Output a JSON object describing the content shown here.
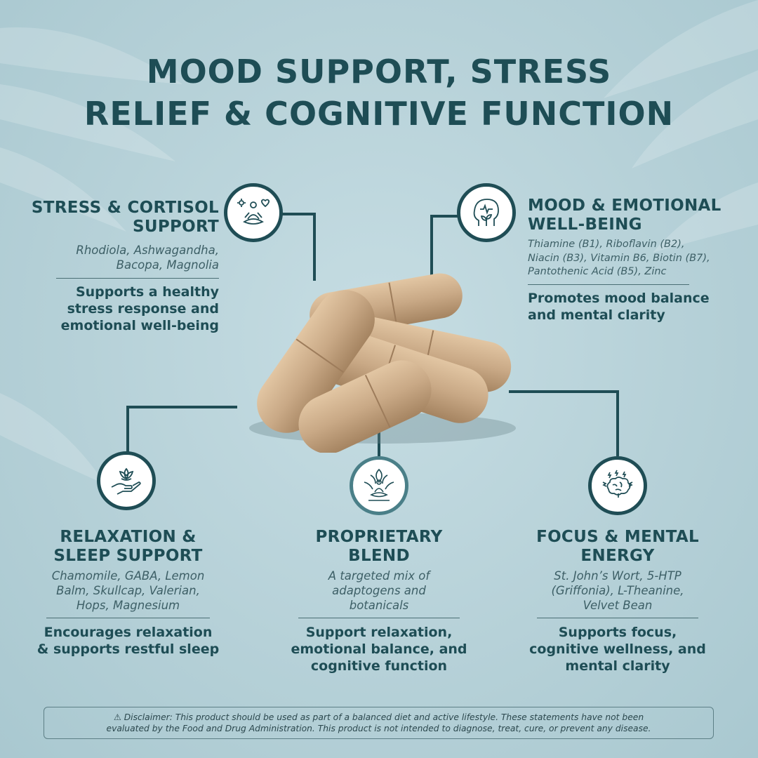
{
  "title": {
    "line1": "MOOD SUPPORT, STRESS",
    "line2": "RELIEF & COGNITIVE FUNCTION"
  },
  "sections": {
    "stress": {
      "heading": [
        "STRESS & CORTISOL",
        "SUPPORT"
      ],
      "ingredients": [
        "Rhodiola, Ashwagandha,",
        "Bacopa, Magnolia"
      ],
      "benefit": [
        "Supports a healthy",
        "stress response and",
        "emotional well-being"
      ],
      "icon": "meditation-heart-gear-icon"
    },
    "mood": {
      "heading": [
        "MOOD & EMOTIONAL",
        "WELL-BEING"
      ],
      "ingredients": [
        "Thiamine (B1), Riboflavin (B2),",
        "Niacin (B3), Vitamin B6, Biotin (B7),",
        "Pantothenic Acid (B5), Zinc"
      ],
      "benefit": [
        "Promotes mood balance",
        "and mental clarity"
      ],
      "icon": "head-heartbeat-plant-icon"
    },
    "relaxation": {
      "heading": [
        "RELAXATION &",
        "SLEEP SUPPORT"
      ],
      "ingredients": [
        "Chamomile, GABA, Lemon",
        "Balm, Skullcap, Valerian,",
        "Hops, Magnesium"
      ],
      "benefit": [
        "Encourages relaxation",
        "& supports restful sleep"
      ],
      "icon": "lotus-hand-icon"
    },
    "blend": {
      "heading": [
        "PROPRIETARY",
        "BLEND"
      ],
      "ingredients": [
        "A targeted mix of",
        "adaptogens and",
        "botanicals"
      ],
      "benefit": [
        "Support relaxation,",
        "emotional balance, and",
        "cognitive function"
      ],
      "icon": "lotus-meditation-icon"
    },
    "focus": {
      "heading": [
        "FOCUS & MENTAL",
        "ENERGY"
      ],
      "ingredients": [
        "St. John’s Wort, 5-HTP",
        "(Griffonia), L-Theanine,",
        "Velvet Bean"
      ],
      "benefit": [
        "Supports focus,",
        "cognitive wellness, and",
        "mental clarity"
      ],
      "icon": "brain-energy-icon"
    }
  },
  "disclaimer": {
    "line1": "⚠ Disclaimer: This product should be used as part of a balanced diet and active lifestyle. These statements have not been",
    "line2": "evaluated by the Food and Drug Administration. This product is not intended to diagnose, treat, cure, or prevent any disease."
  },
  "colors": {
    "primary": "#1e4d55",
    "background": "#b6d1d8",
    "capsule": "#c9a986"
  }
}
